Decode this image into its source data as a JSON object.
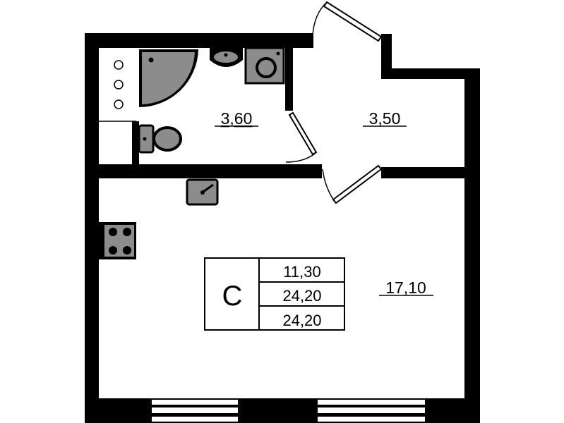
{
  "rooms": {
    "bathroom_area": "3,60",
    "hall_area": "3,50",
    "living_area": "17,10"
  },
  "summary_table": {
    "type_label": "C",
    "rows": [
      "11,30",
      "24,20",
      "24,20"
    ]
  },
  "colors": {
    "wall": "#000000",
    "fixture": "#8c8c8c",
    "background": "#ffffff"
  }
}
